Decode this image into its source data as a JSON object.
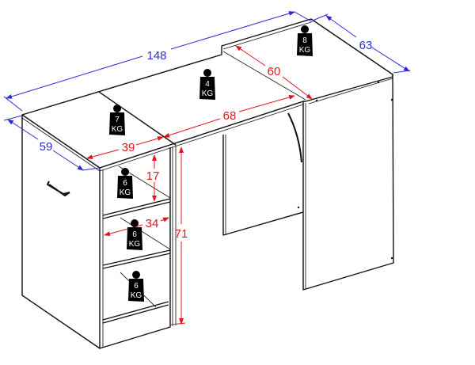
{
  "colors": {
    "outline": "#111111",
    "overall_dims": "#2b2bd6",
    "inner_dims": "#e0161b",
    "weight": "#000000"
  },
  "dimensions": {
    "total_width": "148",
    "cabinet_depth": "59",
    "extension_depth": "63",
    "extension_inner": "60",
    "desk_span": "68",
    "cabinet_width": "39",
    "shelf_height": "17",
    "shelf_width": "34",
    "height": "71"
  },
  "weights": [
    {
      "value": "7",
      "unit": "KG"
    },
    {
      "value": "4",
      "unit": "KG"
    },
    {
      "value": "8",
      "unit": "KG"
    },
    {
      "value": "6",
      "unit": "KG"
    },
    {
      "value": "6",
      "unit": "KG"
    },
    {
      "value": "6",
      "unit": "KG"
    }
  ]
}
